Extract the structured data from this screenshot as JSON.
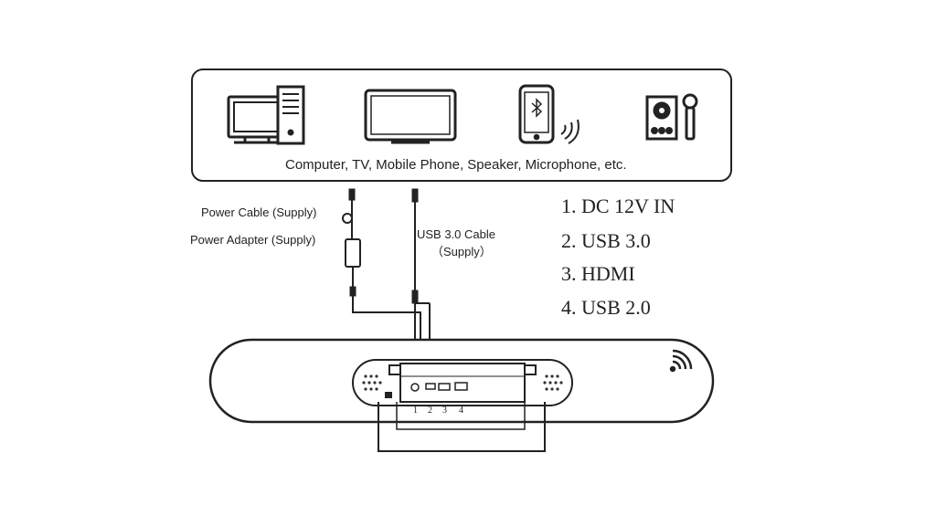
{
  "devices_box": {
    "caption": "Computer, TV, Mobile Phone, Speaker, Microphone, etc.",
    "icons": [
      "computer-icon",
      "tv-icon",
      "mobile-phone-bluetooth-icon",
      "speaker-microphone-icon"
    ]
  },
  "cables": {
    "power_cable_label": "Power Cable (Supply)",
    "power_adapter_label": "Power Adapter (Supply)",
    "usb_cable_label_line1": "USB 3.0 Cable",
    "usb_cable_label_line2": "（Supply）"
  },
  "ports_list": [
    "1. DC 12V IN",
    "2. USB 3.0",
    "3. HDMI",
    "4. USB 2.0"
  ],
  "port_numbers": [
    "1",
    "2",
    "3",
    "4"
  ],
  "device": {
    "wireless_icon": "wifi-signal-icon"
  }
}
